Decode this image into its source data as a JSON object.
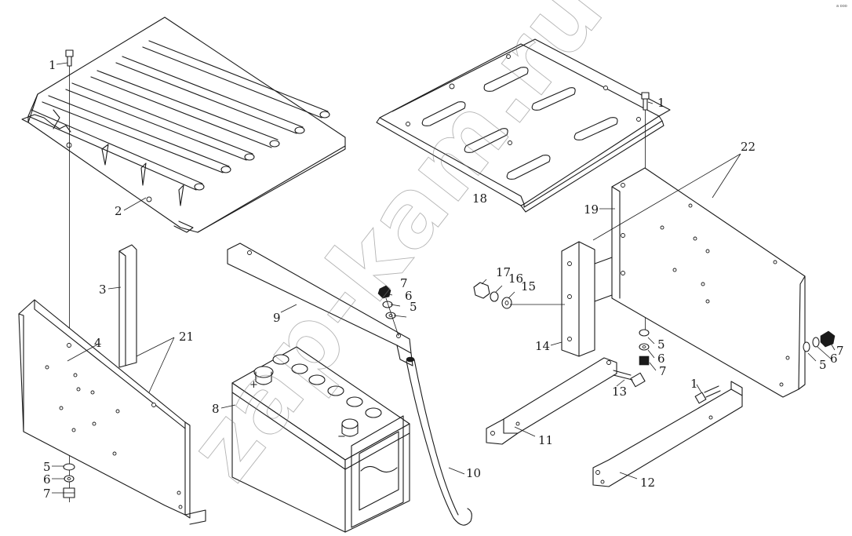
{
  "corner_mark": "a ooo",
  "watermark_text": "zap-kam.ru",
  "part_numbers": {
    "p1": "1",
    "p2": "2",
    "p3": "3",
    "p4": "4",
    "p5": "5",
    "p6": "6",
    "p7": "7",
    "p8": "8",
    "p9": "9",
    "p10": "10",
    "p11": "11",
    "p12": "12",
    "p13": "13",
    "p14": "14",
    "p15": "15",
    "p16": "16",
    "p17": "17",
    "p18": "18",
    "p19": "19",
    "p21": "21",
    "p22": "22"
  },
  "battery_terminals": {
    "positive": "+",
    "negative": "−"
  }
}
